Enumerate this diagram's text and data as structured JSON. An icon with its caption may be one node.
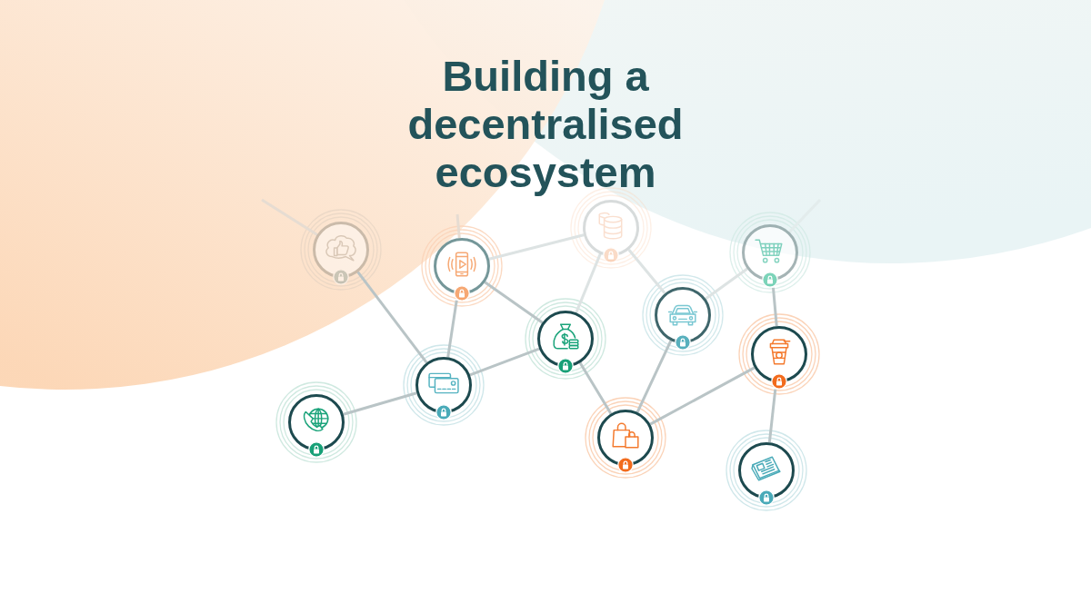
{
  "diagram": {
    "title": "Building a decentralised ecosystem",
    "nodes": [
      {
        "text": [],
        "shape": "circle"
      },
      {
        "text": [],
        "shape": "circle"
      },
      {
        "text": [],
        "shape": "circle"
      },
      {
        "text": [],
        "shape": "circle"
      },
      {
        "text": [],
        "shape": "circle"
      },
      {
        "text": [],
        "shape": "circle"
      },
      {
        "text": [],
        "shape": "circle"
      },
      {
        "text": [],
        "shape": "circle"
      },
      {
        "text": [],
        "shape": "circle"
      },
      {
        "text": [],
        "shape": "circle"
      },
      {
        "text": [],
        "shape": "circle"
      }
    ],
    "edges": [
      {
        "from": 0,
        "to": 6,
        "arrow": "none"
      },
      {
        "from": 1,
        "to": 6,
        "arrow": "none"
      },
      {
        "from": 1,
        "to": 5,
        "arrow": "none"
      },
      {
        "from": 1,
        "to": 2,
        "arrow": "none",
        "color": "#dde3e3"
      },
      {
        "from": 2,
        "to": 5,
        "arrow": "none",
        "color": "#dde3e3"
      },
      {
        "from": 2,
        "to": 4,
        "arrow": "none",
        "color": "#dde3e3"
      },
      {
        "from": 3,
        "to": 4,
        "arrow": "none",
        "color": "#dde3e3"
      },
      {
        "from": 3,
        "to": 7,
        "arrow": "none"
      },
      {
        "from": 4,
        "to": 9,
        "arrow": "none"
      },
      {
        "from": 5,
        "to": 9,
        "arrow": "none"
      },
      {
        "from": 5,
        "to": 6,
        "arrow": "none"
      },
      {
        "from": 6,
        "to": 8,
        "arrow": "none"
      },
      {
        "from": 7,
        "to": 9,
        "arrow": "none"
      },
      {
        "from": 7,
        "to": 10,
        "arrow": "none"
      },
      {
        "from": 0,
        "to": null,
        "arrow": "none",
        "color": "#e6dcd2"
      },
      {
        "from": 1,
        "to": null,
        "arrow": "none",
        "color": "#e6dcd2"
      },
      {
        "from": 3,
        "to": null,
        "arrow": "none",
        "color": "#e3ecec"
      }
    ]
  }
}
